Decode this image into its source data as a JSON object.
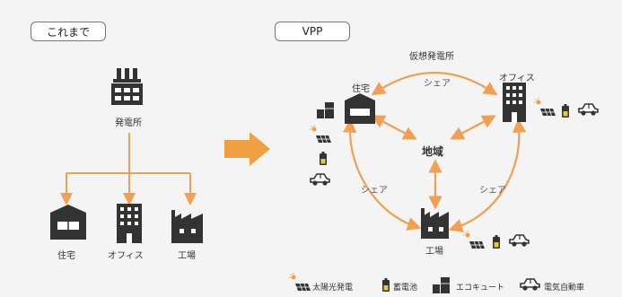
{
  "left_panel": {
    "tag": "これまで",
    "source_label": "発電所",
    "targets": [
      "住宅",
      "オフィス",
      "工場"
    ]
  },
  "right_panel": {
    "tag": "VPP",
    "top_label": "仮想発電所",
    "center_label": "地域",
    "nodes": {
      "home": "住宅",
      "office": "オフィス",
      "factory": "工場"
    },
    "share_label": "シェア"
  },
  "legend": [
    {
      "icon": "solar-panel-icon",
      "label": "太陽光発電"
    },
    {
      "icon": "battery-icon",
      "label": "蓄電池"
    },
    {
      "icon": "ecocute-icon",
      "label": "エコキュート"
    },
    {
      "icon": "electric-car-icon",
      "label": "電気自動車"
    }
  ],
  "colors": {
    "arrow": "#f0a050",
    "big_arrow": "#f0a040",
    "icon": "#333333"
  }
}
